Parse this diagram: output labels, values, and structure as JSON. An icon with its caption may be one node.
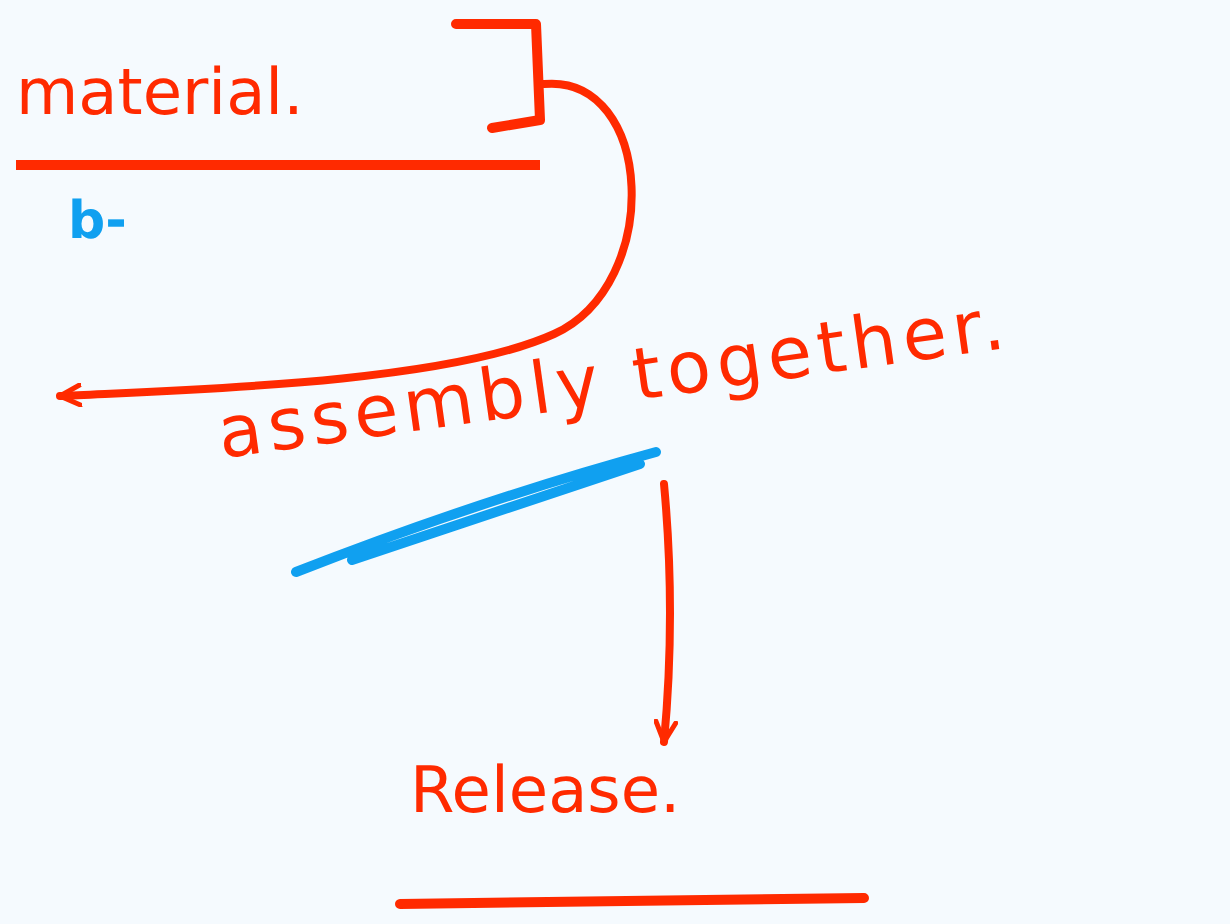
{
  "diagram": {
    "nodes": [
      {
        "text": [
          "material."
        ]
      },
      {
        "text": [
          "assembly together."
        ]
      },
      {
        "text": [
          "Release."
        ]
      }
    ],
    "edges": [
      {
        "from": 0,
        "to": null,
        "arrow": "to"
      },
      {
        "from": 1,
        "to": 2,
        "arrow": "to"
      }
    ],
    "labels": [
      "b-"
    ]
  }
}
